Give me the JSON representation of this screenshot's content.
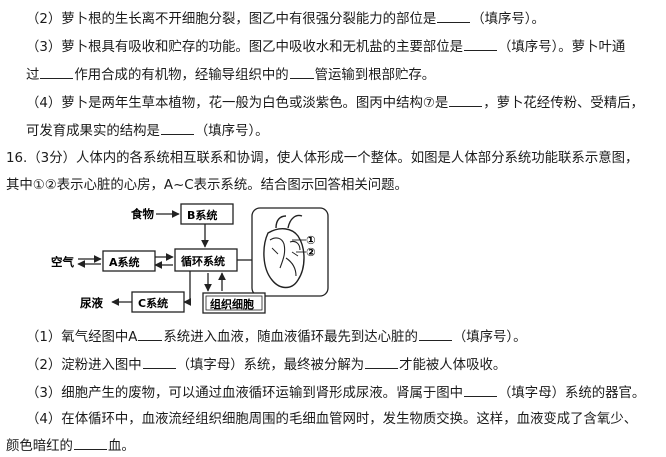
{
  "q2": {
    "text_a": "（2）萝卜根的生长离不开细胞分裂，图乙中有很强分裂能力的部位是",
    "text_b": "（填序号）。"
  },
  "q3": {
    "line1_a": "（3）萝卜根具有吸收和贮存的功能。图乙中吸收水和无机盐的主要部位是",
    "line1_b": "（填序号）。萝卜叶通",
    "line2_a": "过",
    "line2_b": "作用合成的有机物，经输导组织中的",
    "line2_c": "管运输到根部贮存。"
  },
  "q4": {
    "line1_a": "（4）萝卜是两年生草本植物，花一般为白色或淡紫色。图丙中结构⑦是",
    "line1_b": "，萝卜花经传粉、受精后，",
    "line2_a": "可发育成果实的结构是",
    "line2_b": "（填序号）。"
  },
  "q16": {
    "line1": "16.（3分）人体内的各系统相互联系和协调，使人体形成一个整体。如图是人体部分系统功能联系示意图，",
    "line2": "其中①②表示心脏的心房，A~C表示系统。结合图示回答相关问题。"
  },
  "diagram": {
    "food": "食物",
    "b_system": "B系统",
    "air": "空气",
    "a_system": "A系统",
    "circulatory": "循环系统",
    "urine": "尿液",
    "c_system": "C系统",
    "tissue_cells": "组织细胞",
    "mark1": "①",
    "mark2": "②"
  },
  "sub": {
    "s1_a": "（1）氧气经图中A",
    "s1_b": "系统进入血液，随血液循环最先到达心脏的",
    "s1_c": "（填序号）。",
    "s2_a": "（2）淀粉进入图中",
    "s2_b": "（填字母）系统，最终被分解为",
    "s2_c": "才能被人体吸收。",
    "s3_a": "（3）细胞产生的废物，可以通过血液循环运输到肾形成尿液。肾属于图中",
    "s3_b": "（填字母）系统的器官。",
    "s4_line1": "（4）在体循环中，血液流经组织细胞周围的毛细血管网时，发生物质交换。这样，血液变成了含氧少、",
    "s4_a": "颜色暗红的",
    "s4_b": "血。"
  }
}
